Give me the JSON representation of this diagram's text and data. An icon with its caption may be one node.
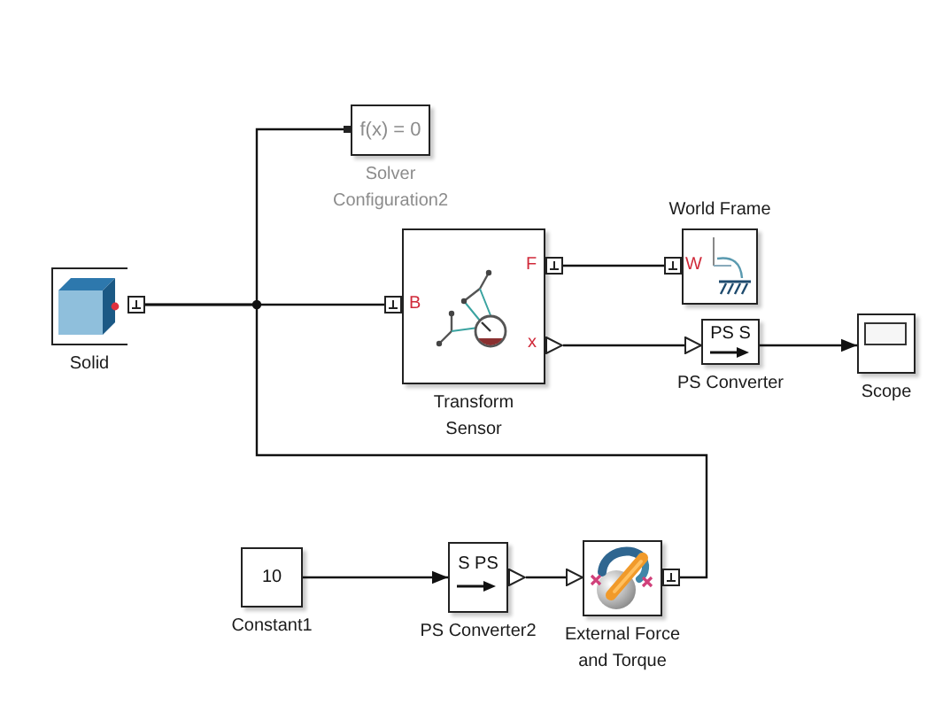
{
  "diagram": {
    "nodes": [
      {
        "text": [
          "f(x) = 0",
          "Solver Configuration2"
        ]
      },
      {
        "text": [
          "World Frame",
          "W"
        ]
      },
      {
        "text": [
          "Solid"
        ]
      },
      {
        "text": [
          "F",
          "B",
          "x",
          "Transform Sensor"
        ]
      },
      {
        "text": [
          "PS S",
          "PS Converter"
        ]
      },
      {
        "text": [
          "Scope"
        ]
      },
      {
        "text": [
          "10",
          "Constant1"
        ]
      },
      {
        "text": [
          "S PS",
          "PS Converter2"
        ]
      },
      {
        "text": [
          "External Force and Torque"
        ]
      }
    ],
    "edges": [
      {
        "from": 2,
        "to": 0,
        "arrow": "none"
      },
      {
        "from": 2,
        "to": 3,
        "arrow": "none"
      },
      {
        "from": 2,
        "to": 8,
        "arrow": "none"
      },
      {
        "from": 3,
        "to": 1,
        "arrow": "none"
      },
      {
        "from": 3,
        "to": 4,
        "arrow": "to"
      },
      {
        "from": 4,
        "to": 5,
        "arrow": "to"
      },
      {
        "from": 6,
        "to": 7,
        "arrow": "to"
      },
      {
        "from": 7,
        "to": 8,
        "arrow": "to"
      }
    ]
  }
}
